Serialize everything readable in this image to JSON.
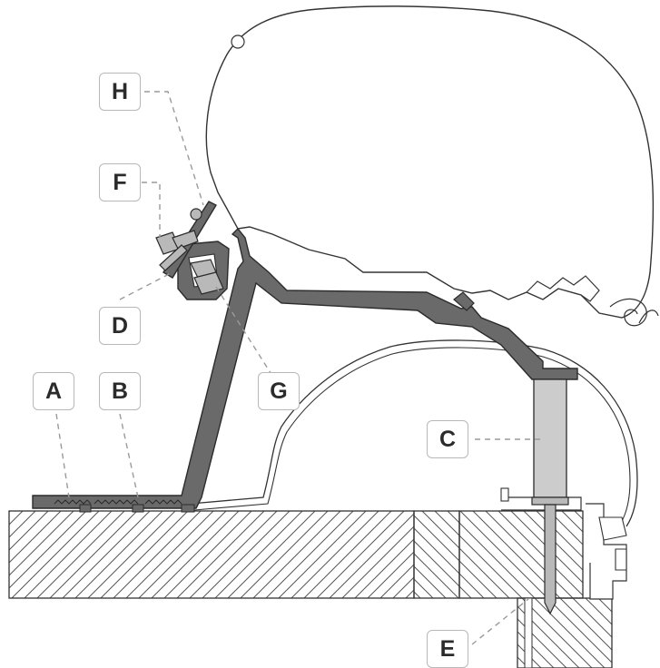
{
  "labels": {
    "A": "A",
    "B": "B",
    "C": "C",
    "D": "D",
    "E": "E",
    "F": "F",
    "G": "G",
    "H": "H"
  },
  "colors": {
    "part": "#6a6a6a",
    "part_outline": "#333333",
    "bolt": "#b9b9b9",
    "screw": "#cccccc",
    "leader": "#9a9a9a",
    "hatch": "#555555"
  }
}
